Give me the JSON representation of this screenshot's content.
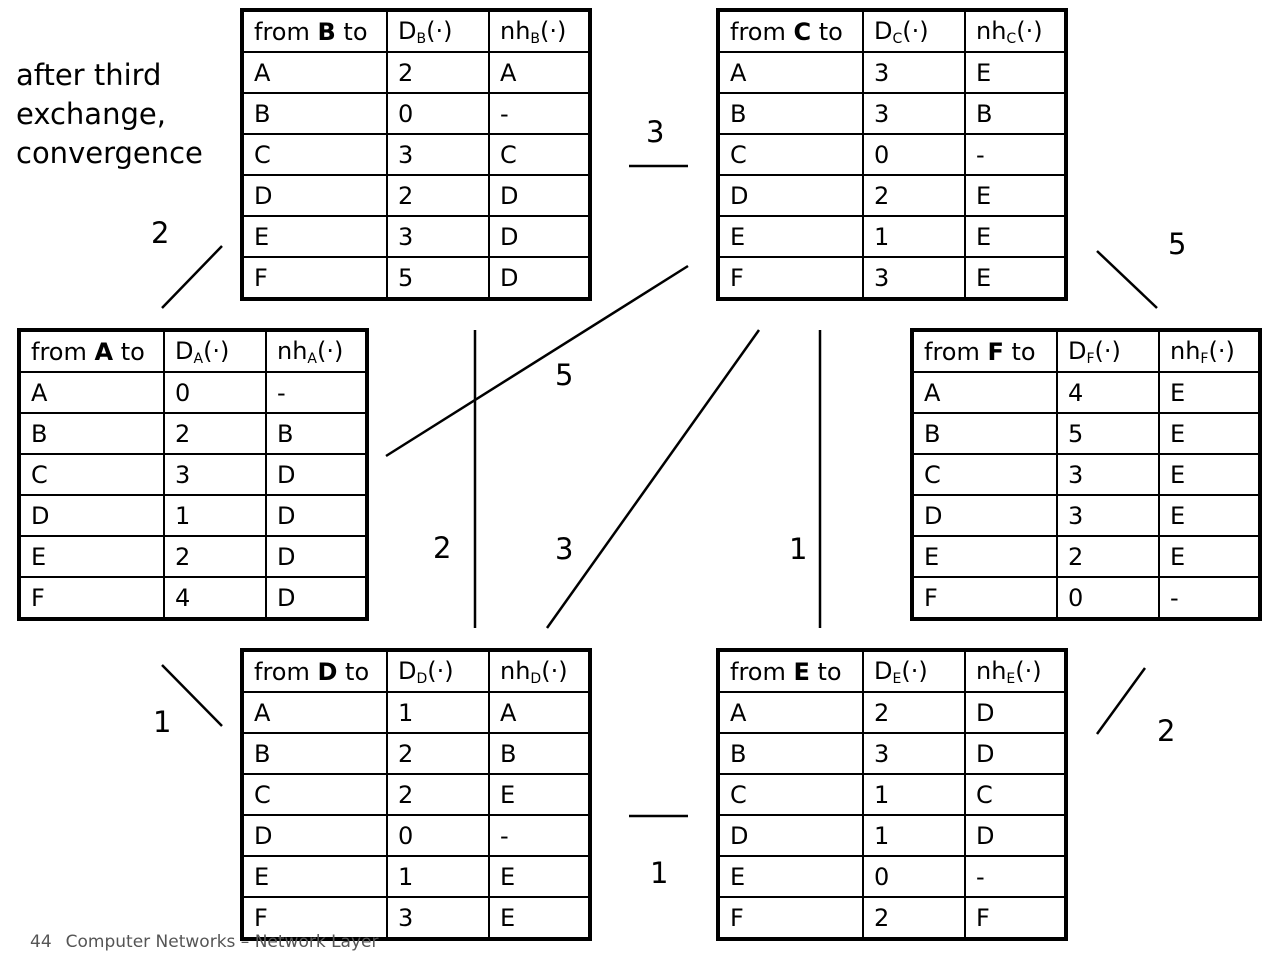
{
  "caption": [
    "after third",
    "exchange,",
    "convergence"
  ],
  "footer": {
    "page": "44",
    "text": "Computer Networks – Network Layer"
  },
  "header_words": {
    "from": "from",
    "to": "to",
    "dist": "D",
    "nexthop": "nh",
    "arg": "(·)"
  },
  "tables": {
    "A": {
      "node": "A",
      "rows": [
        [
          "A",
          "0",
          "-"
        ],
        [
          "B",
          "2",
          "B"
        ],
        [
          "C",
          "3",
          "D"
        ],
        [
          "D",
          "1",
          "D"
        ],
        [
          "E",
          "2",
          "D"
        ],
        [
          "F",
          "4",
          "D"
        ]
      ]
    },
    "B": {
      "node": "B",
      "rows": [
        [
          "A",
          "2",
          "A"
        ],
        [
          "B",
          "0",
          "-"
        ],
        [
          "C",
          "3",
          "C"
        ],
        [
          "D",
          "2",
          "D"
        ],
        [
          "E",
          "3",
          "D"
        ],
        [
          "F",
          "5",
          "D"
        ]
      ]
    },
    "C": {
      "node": "C",
      "rows": [
        [
          "A",
          "3",
          "E"
        ],
        [
          "B",
          "3",
          "B"
        ],
        [
          "C",
          "0",
          "-"
        ],
        [
          "D",
          "2",
          "E"
        ],
        [
          "E",
          "1",
          "E"
        ],
        [
          "F",
          "3",
          "E"
        ]
      ]
    },
    "D": {
      "node": "D",
      "rows": [
        [
          "A",
          "1",
          "A"
        ],
        [
          "B",
          "2",
          "B"
        ],
        [
          "C",
          "2",
          "E"
        ],
        [
          "D",
          "0",
          "-"
        ],
        [
          "E",
          "1",
          "E"
        ],
        [
          "F",
          "3",
          "E"
        ]
      ]
    },
    "E": {
      "node": "E",
      "rows": [
        [
          "A",
          "2",
          "D"
        ],
        [
          "B",
          "3",
          "D"
        ],
        [
          "C",
          "1",
          "C"
        ],
        [
          "D",
          "1",
          "D"
        ],
        [
          "E",
          "0",
          "-"
        ],
        [
          "F",
          "2",
          "F"
        ]
      ]
    },
    "F": {
      "node": "F",
      "rows": [
        [
          "A",
          "4",
          "E"
        ],
        [
          "B",
          "5",
          "E"
        ],
        [
          "C",
          "3",
          "E"
        ],
        [
          "D",
          "3",
          "E"
        ],
        [
          "E",
          "2",
          "E"
        ],
        [
          "F",
          "0",
          "-"
        ]
      ]
    }
  },
  "links": {
    "A-B": "2",
    "B-C": "3",
    "A-C": "5",
    "C-F": "5",
    "B-D": "2",
    "C-D": "3",
    "C-E": "1",
    "A-D": "1",
    "E-F": "2",
    "D-E": "1"
  }
}
